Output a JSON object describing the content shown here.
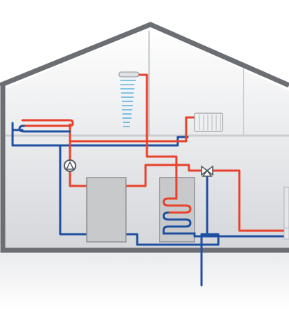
{
  "colors": {
    "hot_pipe": "#e8412c",
    "cold_pipe": "#1f4fa0",
    "house_outline": "#6b6e73",
    "wall_gradient_top": "#ffffff",
    "wall_gradient_bottom": "#d4d6da",
    "floor_divider": "#c9ccd1",
    "tank_fill": "#c8c9cb",
    "tank_stroke": "#8e9094",
    "radiator_fill": "#eef0f2",
    "shower_water": "#3aa6e0"
  },
  "components": [
    {
      "name": "house",
      "icon": "house-outline"
    },
    {
      "name": "underfloor-heating-loop",
      "icon": "coil-icon"
    },
    {
      "name": "circulation-pump",
      "icon": "pump-icon"
    },
    {
      "name": "shower",
      "icon": "shower-icon"
    },
    {
      "name": "radiator",
      "icon": "radiator-icon"
    },
    {
      "name": "buffer-tank",
      "icon": "tank-icon"
    },
    {
      "name": "hot-water-cylinder",
      "icon": "tank-coil-icon"
    },
    {
      "name": "three-way-valve",
      "icon": "valve-icon"
    },
    {
      "name": "heat-source-connection",
      "icon": "pipe-icon"
    }
  ]
}
